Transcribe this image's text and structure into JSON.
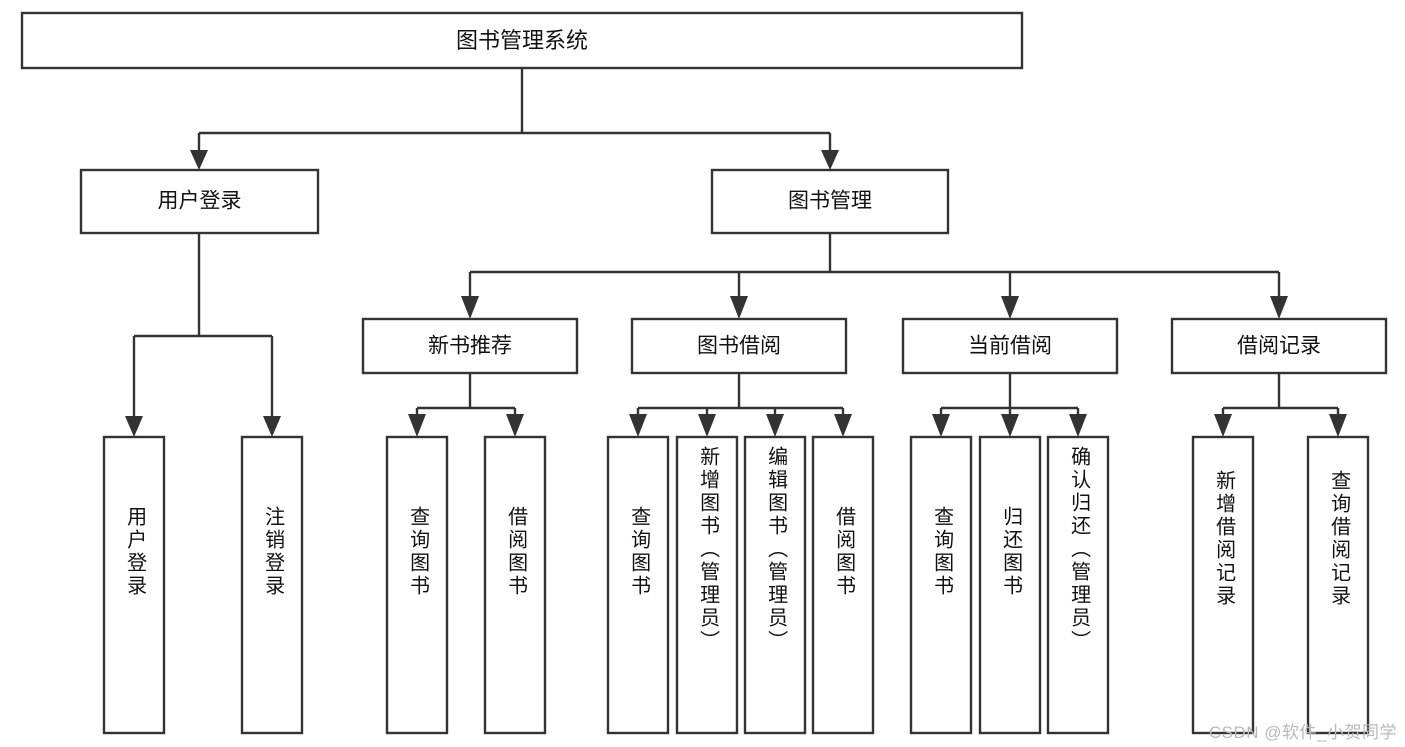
{
  "diagram": {
    "type": "tree-hierarchy",
    "title": "图书管理系统",
    "watermark": "CSDN @软件_小贺同学",
    "colors": {
      "stroke": "#333333",
      "box_fill": "#ffffff",
      "text": "#111111",
      "watermark": "#b9b9b9",
      "background": "#ffffff"
    },
    "root": {
      "label": "图书管理系统",
      "level": 0
    },
    "level1": [
      {
        "label": "用户登录"
      },
      {
        "label": "图书管理"
      }
    ],
    "level2": [
      {
        "label": "新书推荐",
        "parent": "图书管理"
      },
      {
        "label": "图书借阅",
        "parent": "图书管理"
      },
      {
        "label": "当前借阅",
        "parent": "图书管理"
      },
      {
        "label": "借阅记录",
        "parent": "图书管理"
      }
    ],
    "leaves": {
      "用户登录": [
        {
          "label": "用户登录"
        },
        {
          "label": "注销登录"
        }
      ],
      "新书推荐": [
        {
          "label": "查询图书"
        },
        {
          "label": "借阅图书"
        }
      ],
      "图书借阅": [
        {
          "label": "查询图书"
        },
        {
          "label": "新增图书（管理员）"
        },
        {
          "label": "编辑图书（管理员）"
        },
        {
          "label": "借阅图书"
        }
      ],
      "当前借阅": [
        {
          "label": "查询图书"
        },
        {
          "label": "归还图书"
        },
        {
          "label": "确认归还（管理员）"
        }
      ],
      "借阅记录": [
        {
          "label": "新增借阅记录"
        },
        {
          "label": "查询借阅记录"
        }
      ]
    }
  }
}
